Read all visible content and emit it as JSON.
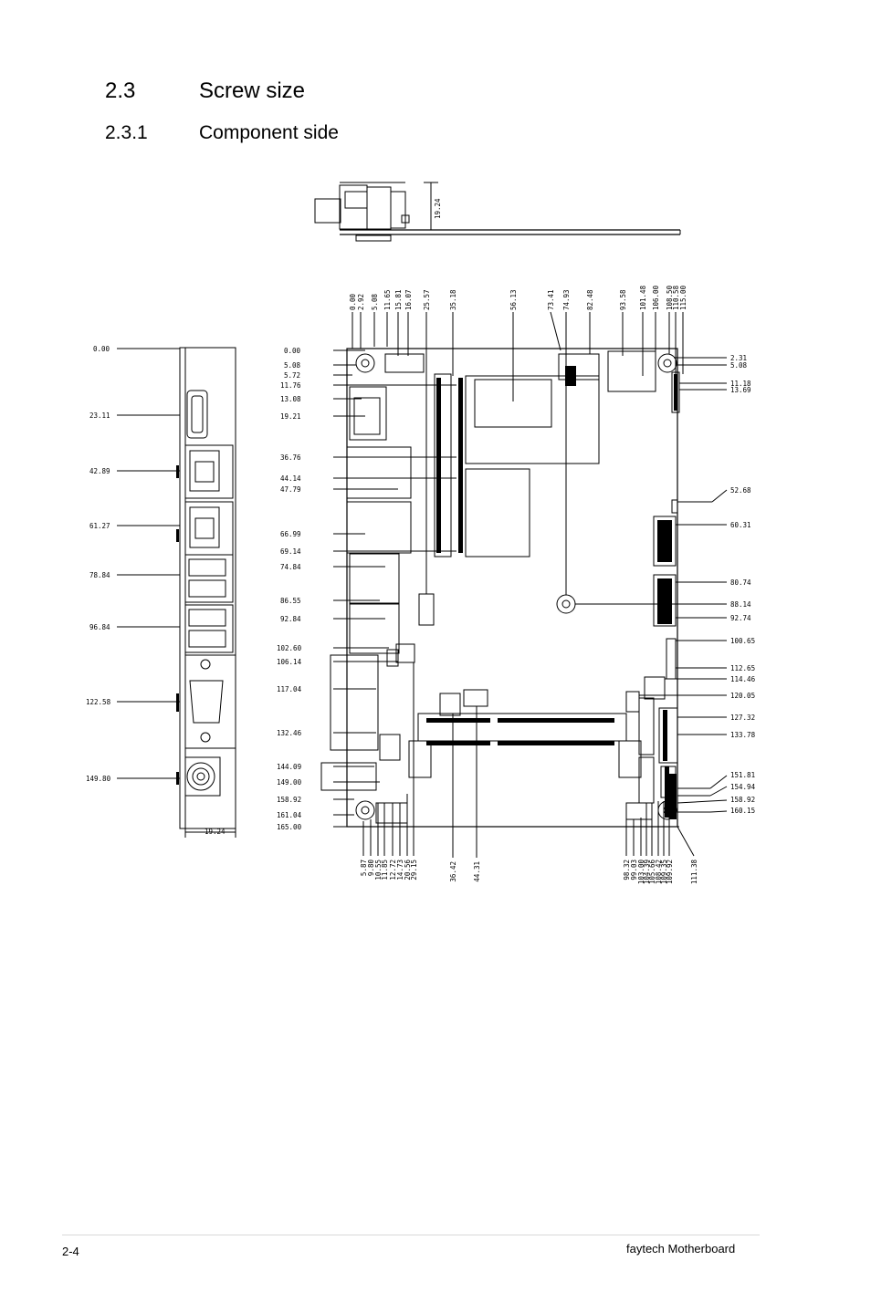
{
  "heading": {
    "number": "2.3",
    "title": "Screw size"
  },
  "subheading": {
    "number": "2.3.1",
    "title": "Component side"
  },
  "drawing": {
    "side_view": {
      "height_label": "19.24"
    },
    "left_view": {
      "labels": [
        "0.00",
        "23.11",
        "42.89",
        "61.27",
        "78.84",
        "96.84",
        "122.58",
        "149.80"
      ],
      "width_label": "19.24"
    },
    "top_labels": [
      "0.00",
      "2.92",
      "5.08",
      "11.65",
      "15.81",
      "16.07",
      "25.57",
      "35.18",
      "56.13",
      "73.41",
      "74.93",
      "82.48",
      "93.58",
      "101.48",
      "106.00",
      "108.50",
      "110.58",
      "115.00"
    ],
    "left_labels": [
      "0.00",
      "5.08",
      "5.72",
      "11.76",
      "13.08",
      "19.21",
      "36.76",
      "44.14",
      "47.79",
      "66.99",
      "69.14",
      "74.84",
      "86.55",
      "92.84",
      "102.60",
      "106.14",
      "117.04",
      "132.46",
      "144.09",
      "149.00",
      "158.92",
      "161.04",
      "165.00"
    ],
    "right_labels": [
      "2.31",
      "5.08",
      "11.18",
      "13.69",
      "52.68",
      "60.31",
      "80.74",
      "88.14",
      "92.74",
      "100.65",
      "112.65",
      "114.46",
      "120.05",
      "127.32",
      "133.78",
      "151.81",
      "154.94",
      "158.92",
      "160.15"
    ],
    "bottom_labels_left": [
      "5.87",
      "9.80",
      "10.55",
      "11.85",
      "12.72",
      "14.73",
      "20.56",
      "29.15",
      "36.42",
      "44.31"
    ],
    "bottom_labels_right": [
      "98.32",
      "99.03",
      "103.00",
      "104.39",
      "105.66",
      "108.42",
      "109.35",
      "109.92",
      "111.38"
    ]
  },
  "footer": {
    "page": "2-4",
    "title": "faytech Motherboard"
  }
}
